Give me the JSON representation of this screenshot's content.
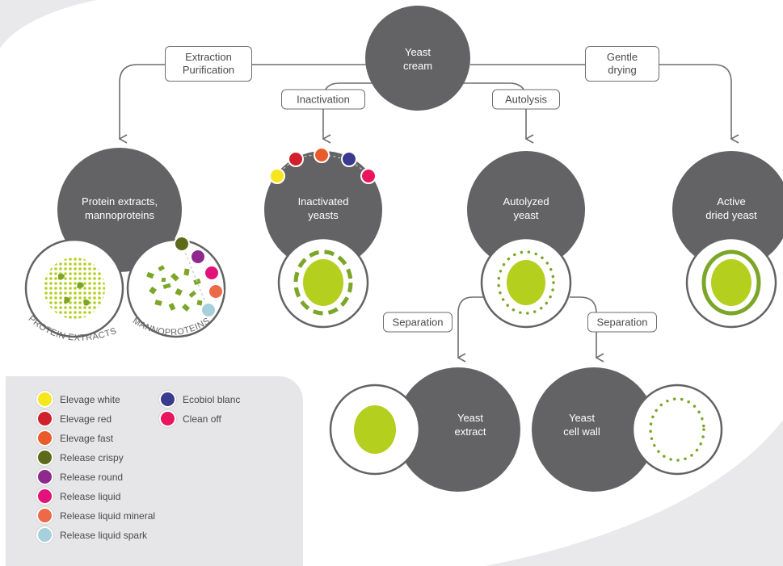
{
  "colors": {
    "node": "#636365",
    "arrow": "#6e6e70",
    "cell": "#b5cf1e",
    "cell_outline": "#7ba628",
    "legend_bg": "#e6e6e8"
  },
  "nodes": {
    "yeast_cream": "Yeast\ncream",
    "protein": "Protein extracts,\nmannoproteins",
    "inactivated": "Inactivated\nyeasts",
    "autolyzed": "Autolyzed\nyeast",
    "active": "Active\ndried yeast",
    "extract": "Yeast\nextract",
    "cell_wall": "Yeast\ncell wall"
  },
  "processes": {
    "extraction": "Extraction\nPurification",
    "gentle": "Gentle\ndrying",
    "inactivation": "Inactivation",
    "autolysis": "Autolysis",
    "separation_left": "Separation",
    "separation_right": "Separation"
  },
  "arc_labels": {
    "protein_extracts": "PROTEIN EXTRACTS",
    "mannoproteins": "MANNOPROTEINS"
  },
  "legend": [
    {
      "label": "Elevage white",
      "color": "#f5e61e"
    },
    {
      "label": "Elevage red",
      "color": "#d0202e"
    },
    {
      "label": "Elevage fast",
      "color": "#ea5b2a"
    },
    {
      "label": "Release crispy",
      "color": "#5c6a1a"
    },
    {
      "label": "Release round",
      "color": "#8e2a8e"
    },
    {
      "label": "Release liquid",
      "color": "#e3127a"
    },
    {
      "label": "Release liquid mineral",
      "color": "#ec6a48"
    },
    {
      "label": "Release liquid spark",
      "color": "#a8d0dc"
    },
    {
      "label": "Ecobiol blanc",
      "color": "#3a3a8f"
    },
    {
      "label": "Clean off",
      "color": "#e8175d"
    }
  ]
}
